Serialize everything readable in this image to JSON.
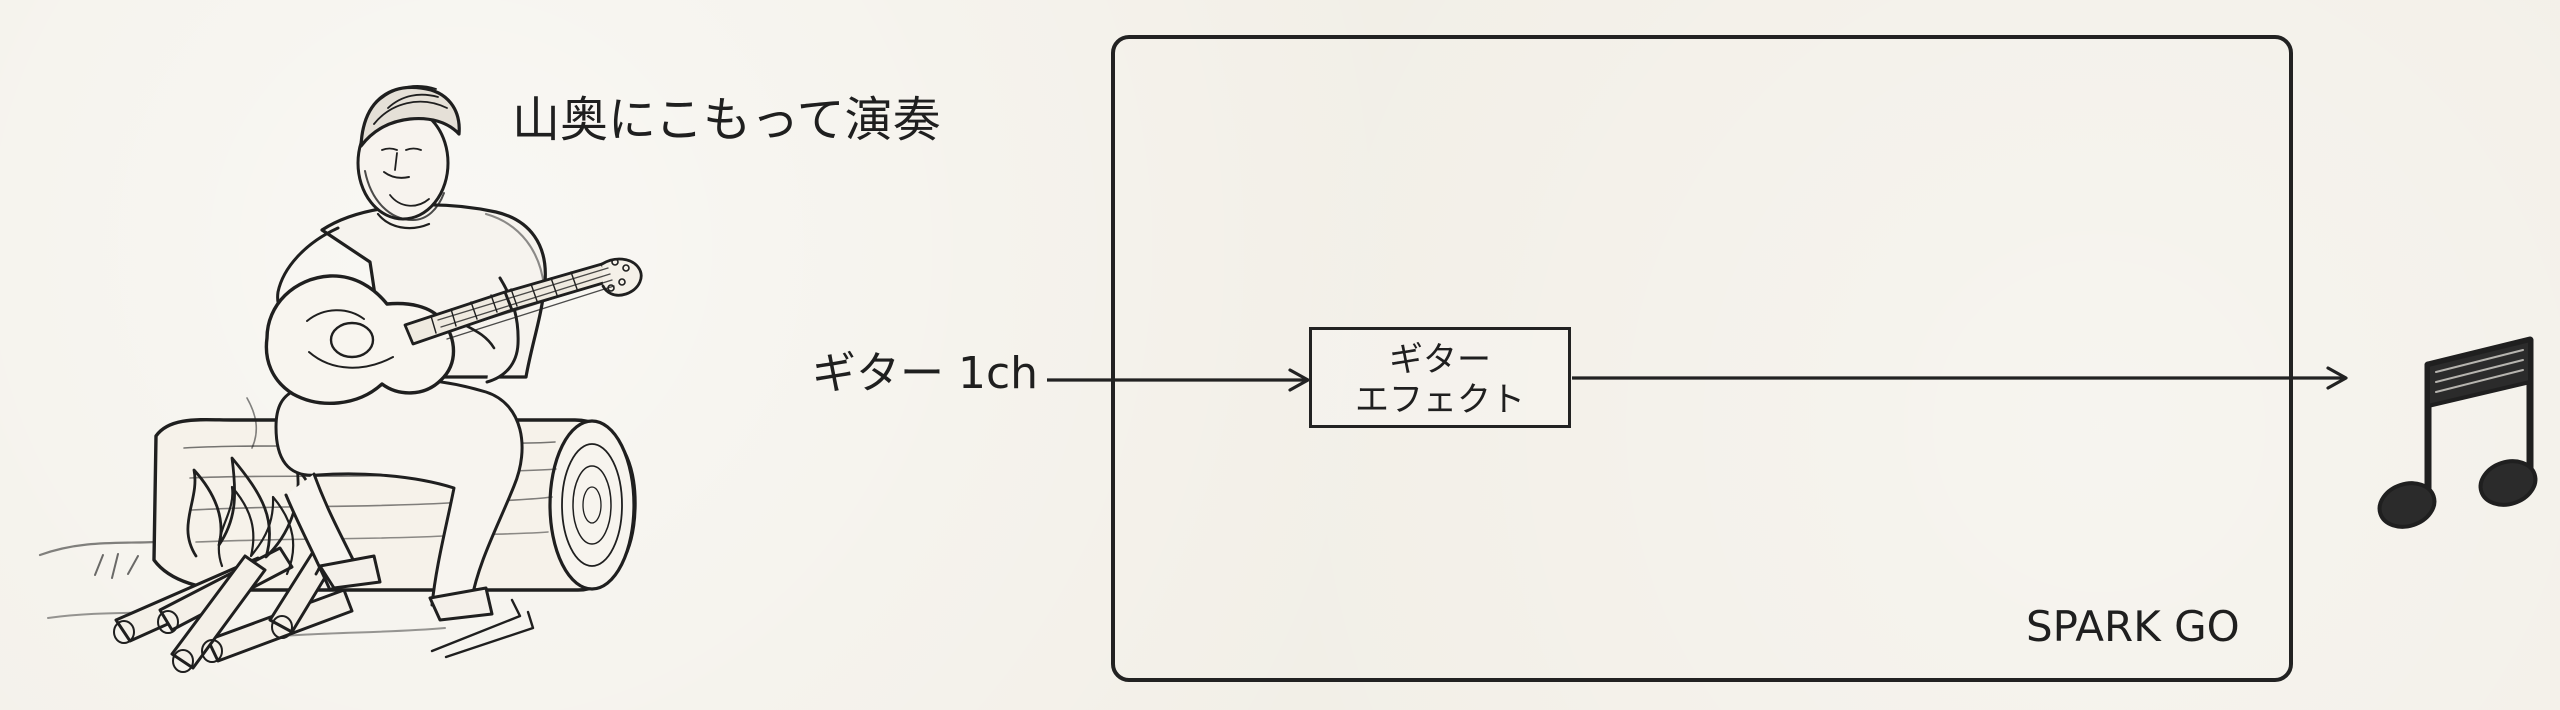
{
  "caption": "山奥にこもって演奏",
  "input": {
    "label": "ギター 1ch"
  },
  "effect": {
    "line1": "ギター",
    "line2": "エフェクト"
  },
  "device": {
    "label": "SPARK GO"
  },
  "icons": {
    "performer": "guitarist-campfire-sketch",
    "output": "music-note-icon"
  }
}
